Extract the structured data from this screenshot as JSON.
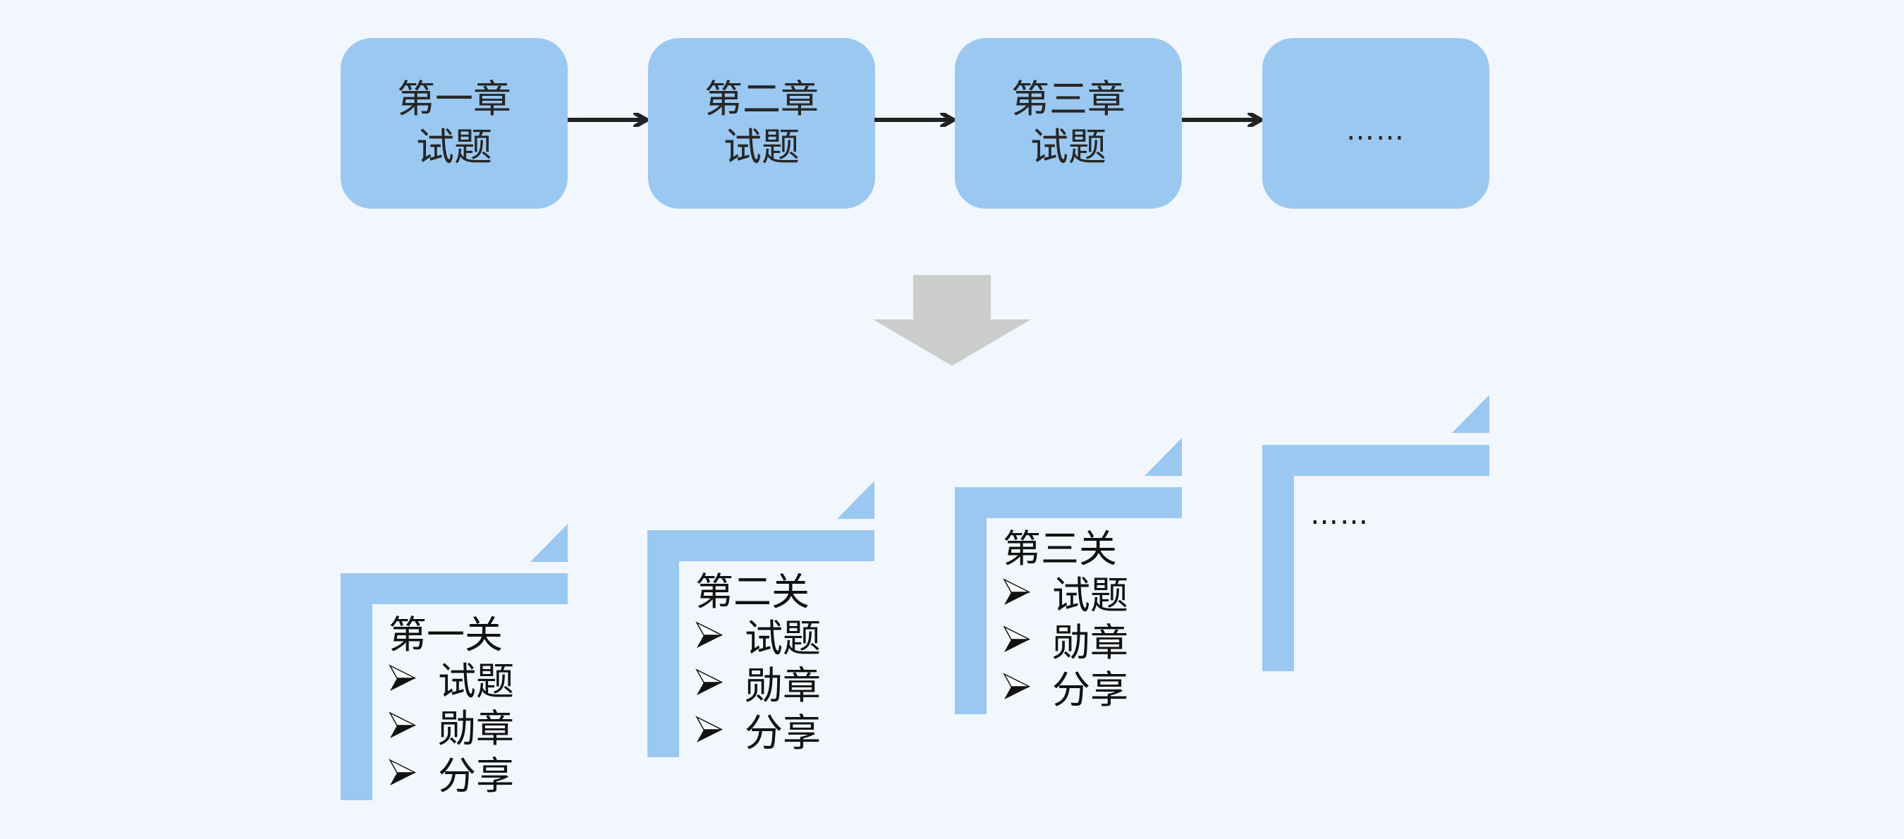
{
  "colors": {
    "background": "#F2F7FD",
    "box_fill": "#9AC8F0",
    "down_arrow_fill": "#CBCDCB",
    "arrow_stroke": "#222222",
    "text": "#262626"
  },
  "chapters": [
    {
      "line1": "第一章",
      "line2": "试题"
    },
    {
      "line1": "第二章",
      "line2": "试题"
    },
    {
      "line1": "第三章",
      "line2": "试题"
    },
    {
      "line1": "……",
      "line2": ""
    }
  ],
  "transition_icon": "down-arrow-icon",
  "levels": [
    {
      "title": "第一关",
      "items": [
        "试题",
        "勋章",
        "分享"
      ]
    },
    {
      "title": "第二关",
      "items": [
        "试题",
        "勋章",
        "分享"
      ]
    },
    {
      "title": "第三关",
      "items": [
        "试题",
        "勋章",
        "分享"
      ]
    },
    {
      "title": "……",
      "items": []
    }
  ],
  "bullet_icon": "arrowhead-bullet-icon"
}
